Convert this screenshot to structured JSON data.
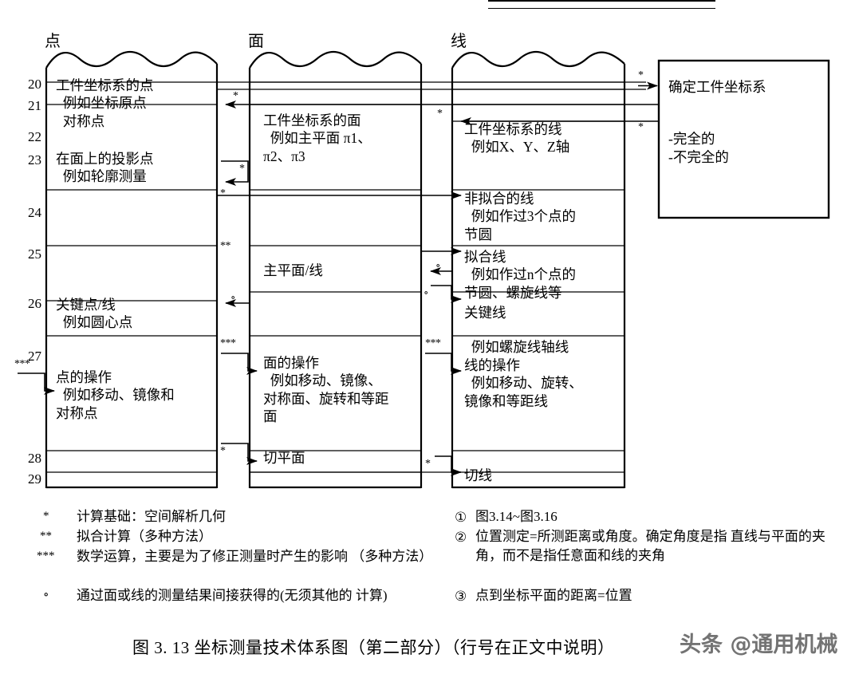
{
  "figure": {
    "caption": "图 3. 13   坐标测量技术体系图（第二部分）（行号在正文中说明）",
    "watermark": "头条 @通用机械"
  },
  "columns": [
    {
      "header": "点"
    },
    {
      "header": "面"
    },
    {
      "header": "线"
    }
  ],
  "row_numbers": [
    "20",
    "21",
    "22",
    "23",
    "24",
    "25",
    "26",
    "27",
    "28",
    "29"
  ],
  "col1_cells": [
    {
      "text": "工件坐标系的点\n  例如坐标原点\n  对称点"
    },
    {
      "text": "在面上的投影点\n  例如轮廓测量"
    },
    {
      "text": "关键点/线\n  例如圆心点"
    },
    {
      "text": "点的操作\n  例如移动、镜像和\n对称点"
    }
  ],
  "col2_cells": [
    {
      "text": "工件坐标系的面\n  例如主平面 π1、\nπ2、π3"
    },
    {
      "text": "主平面/线"
    },
    {
      "text": "面的操作\n  例如移动、镜像、\n对称面、旋转和等距\n面"
    },
    {
      "text": "切平面"
    }
  ],
  "col3_cells": [
    {
      "text": "工件坐标系的线\n  例如X、Y、Z轴"
    },
    {
      "text": "非拟合的线\n  例如作过3个点的\n节圆"
    },
    {
      "text": "拟合线\n  例如作过n个点的\n节圆、螺旋线等"
    },
    {
      "text": "关键线"
    },
    {
      "text": "  例如螺旋线轴线"
    },
    {
      "text": "线的操作\n  例如移动、旋转、\n镜像和等距线"
    },
    {
      "text": "切线"
    }
  ],
  "right_box": {
    "title": "确定工件坐标系",
    "items": [
      "-完全的",
      "-不完全的"
    ]
  },
  "connector_marks": {
    "star": "*",
    "double_star": "**",
    "triple_star": "***",
    "circle": "∘"
  },
  "legend_left": [
    {
      "symbol": "*",
      "text": "计算基础：空间解析几何"
    },
    {
      "symbol": "**",
      "text": "拟合计算（多种方法）"
    },
    {
      "symbol": "***",
      "text": "数学运算，主要是为了修正测量时产生的影响\n（多种方法）"
    },
    {
      "symbol": "∘",
      "text": "通过面或线的测量结果间接获得的(无须其他的\n计算)"
    }
  ],
  "legend_right": [
    {
      "symbol": "①",
      "text": "图3.14~图3.16"
    },
    {
      "symbol": "②",
      "text": "位置测定=所测距离或角度。确定角度是指\n  直线与平面的夹角，而不是指任意面和线的夹角"
    },
    {
      "symbol": "③",
      "text": "点到坐标平面的距离=位置"
    }
  ],
  "colors": {
    "ink": "#000000",
    "paper": "#ffffff"
  }
}
